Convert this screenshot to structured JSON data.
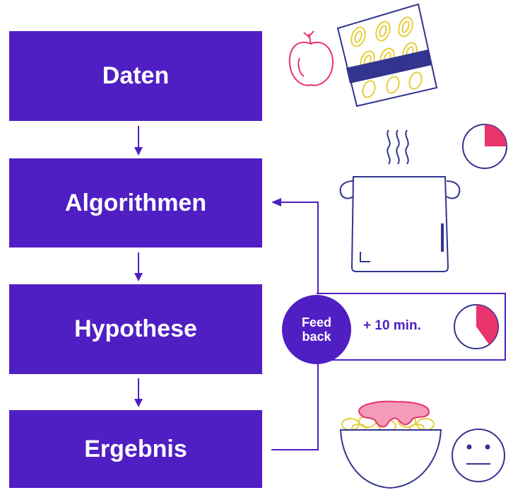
{
  "steps": {
    "data": "Daten",
    "algorithms": "Algorithmen",
    "hypothesis": "Hypothese",
    "result": "Ergebnis"
  },
  "feedback": {
    "line1": "Feed",
    "line2": "back",
    "time": "+ 10 min."
  },
  "colors": {
    "purple": "#4f1fc4",
    "navy": "#33348f",
    "pink": "#e8336d",
    "yellow": "#e6cf3a"
  },
  "icons": [
    "apple-icon",
    "pasta-package-icon",
    "steam-icon",
    "cooking-pot-icon",
    "timer-quarter-icon",
    "timer-partial-icon",
    "pasta-bowl-icon",
    "neutral-face-icon"
  ]
}
